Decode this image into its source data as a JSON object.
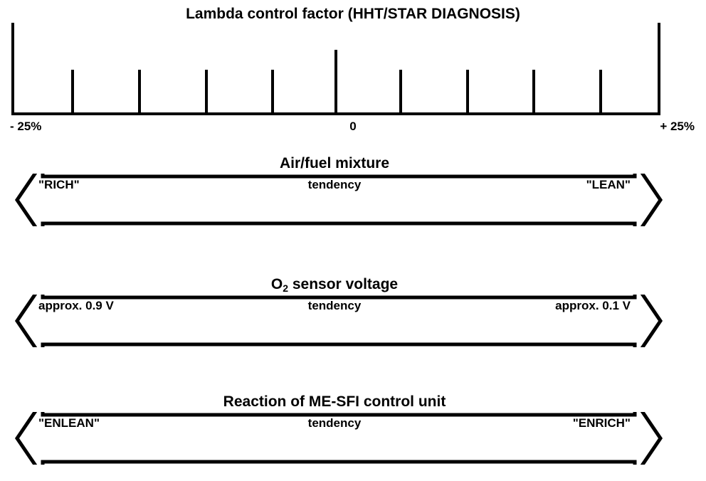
{
  "title": "Lambda control factor (HHT/STAR DIAGNOSIS)",
  "scale": {
    "labels": {
      "left": "- 25%",
      "center": "0",
      "right": "+ 25%"
    },
    "ticks": [
      {
        "pos": 0.0,
        "type": "end"
      },
      {
        "pos": 0.09,
        "type": "minor"
      },
      {
        "pos": 0.1925,
        "type": "minor"
      },
      {
        "pos": 0.295,
        "type": "minor"
      },
      {
        "pos": 0.398,
        "type": "minor"
      },
      {
        "pos": 0.5,
        "type": "mid"
      },
      {
        "pos": 0.602,
        "type": "minor"
      },
      {
        "pos": 0.705,
        "type": "minor"
      },
      {
        "pos": 0.8075,
        "type": "minor"
      },
      {
        "pos": 0.91,
        "type": "minor"
      },
      {
        "pos": 1.0,
        "type": "end"
      }
    ]
  },
  "bands": [
    {
      "title": "Air/fuel mixture",
      "left": "\"RICH\"",
      "center": "tendency",
      "right": "\"LEAN\""
    },
    {
      "title_html": "O<sub>2</sub> sensor voltage",
      "title": "O2 sensor voltage",
      "left": "approx. 0.9 V",
      "center": "tendency",
      "right": "approx. 0.1 V"
    },
    {
      "title": "Reaction of ME-SFI control unit",
      "left": "\"ENLEAN\"",
      "center": "tendency",
      "right": "\"ENRICH\""
    }
  ],
  "colors": {
    "ink": "#000000",
    "background": "#ffffff"
  }
}
